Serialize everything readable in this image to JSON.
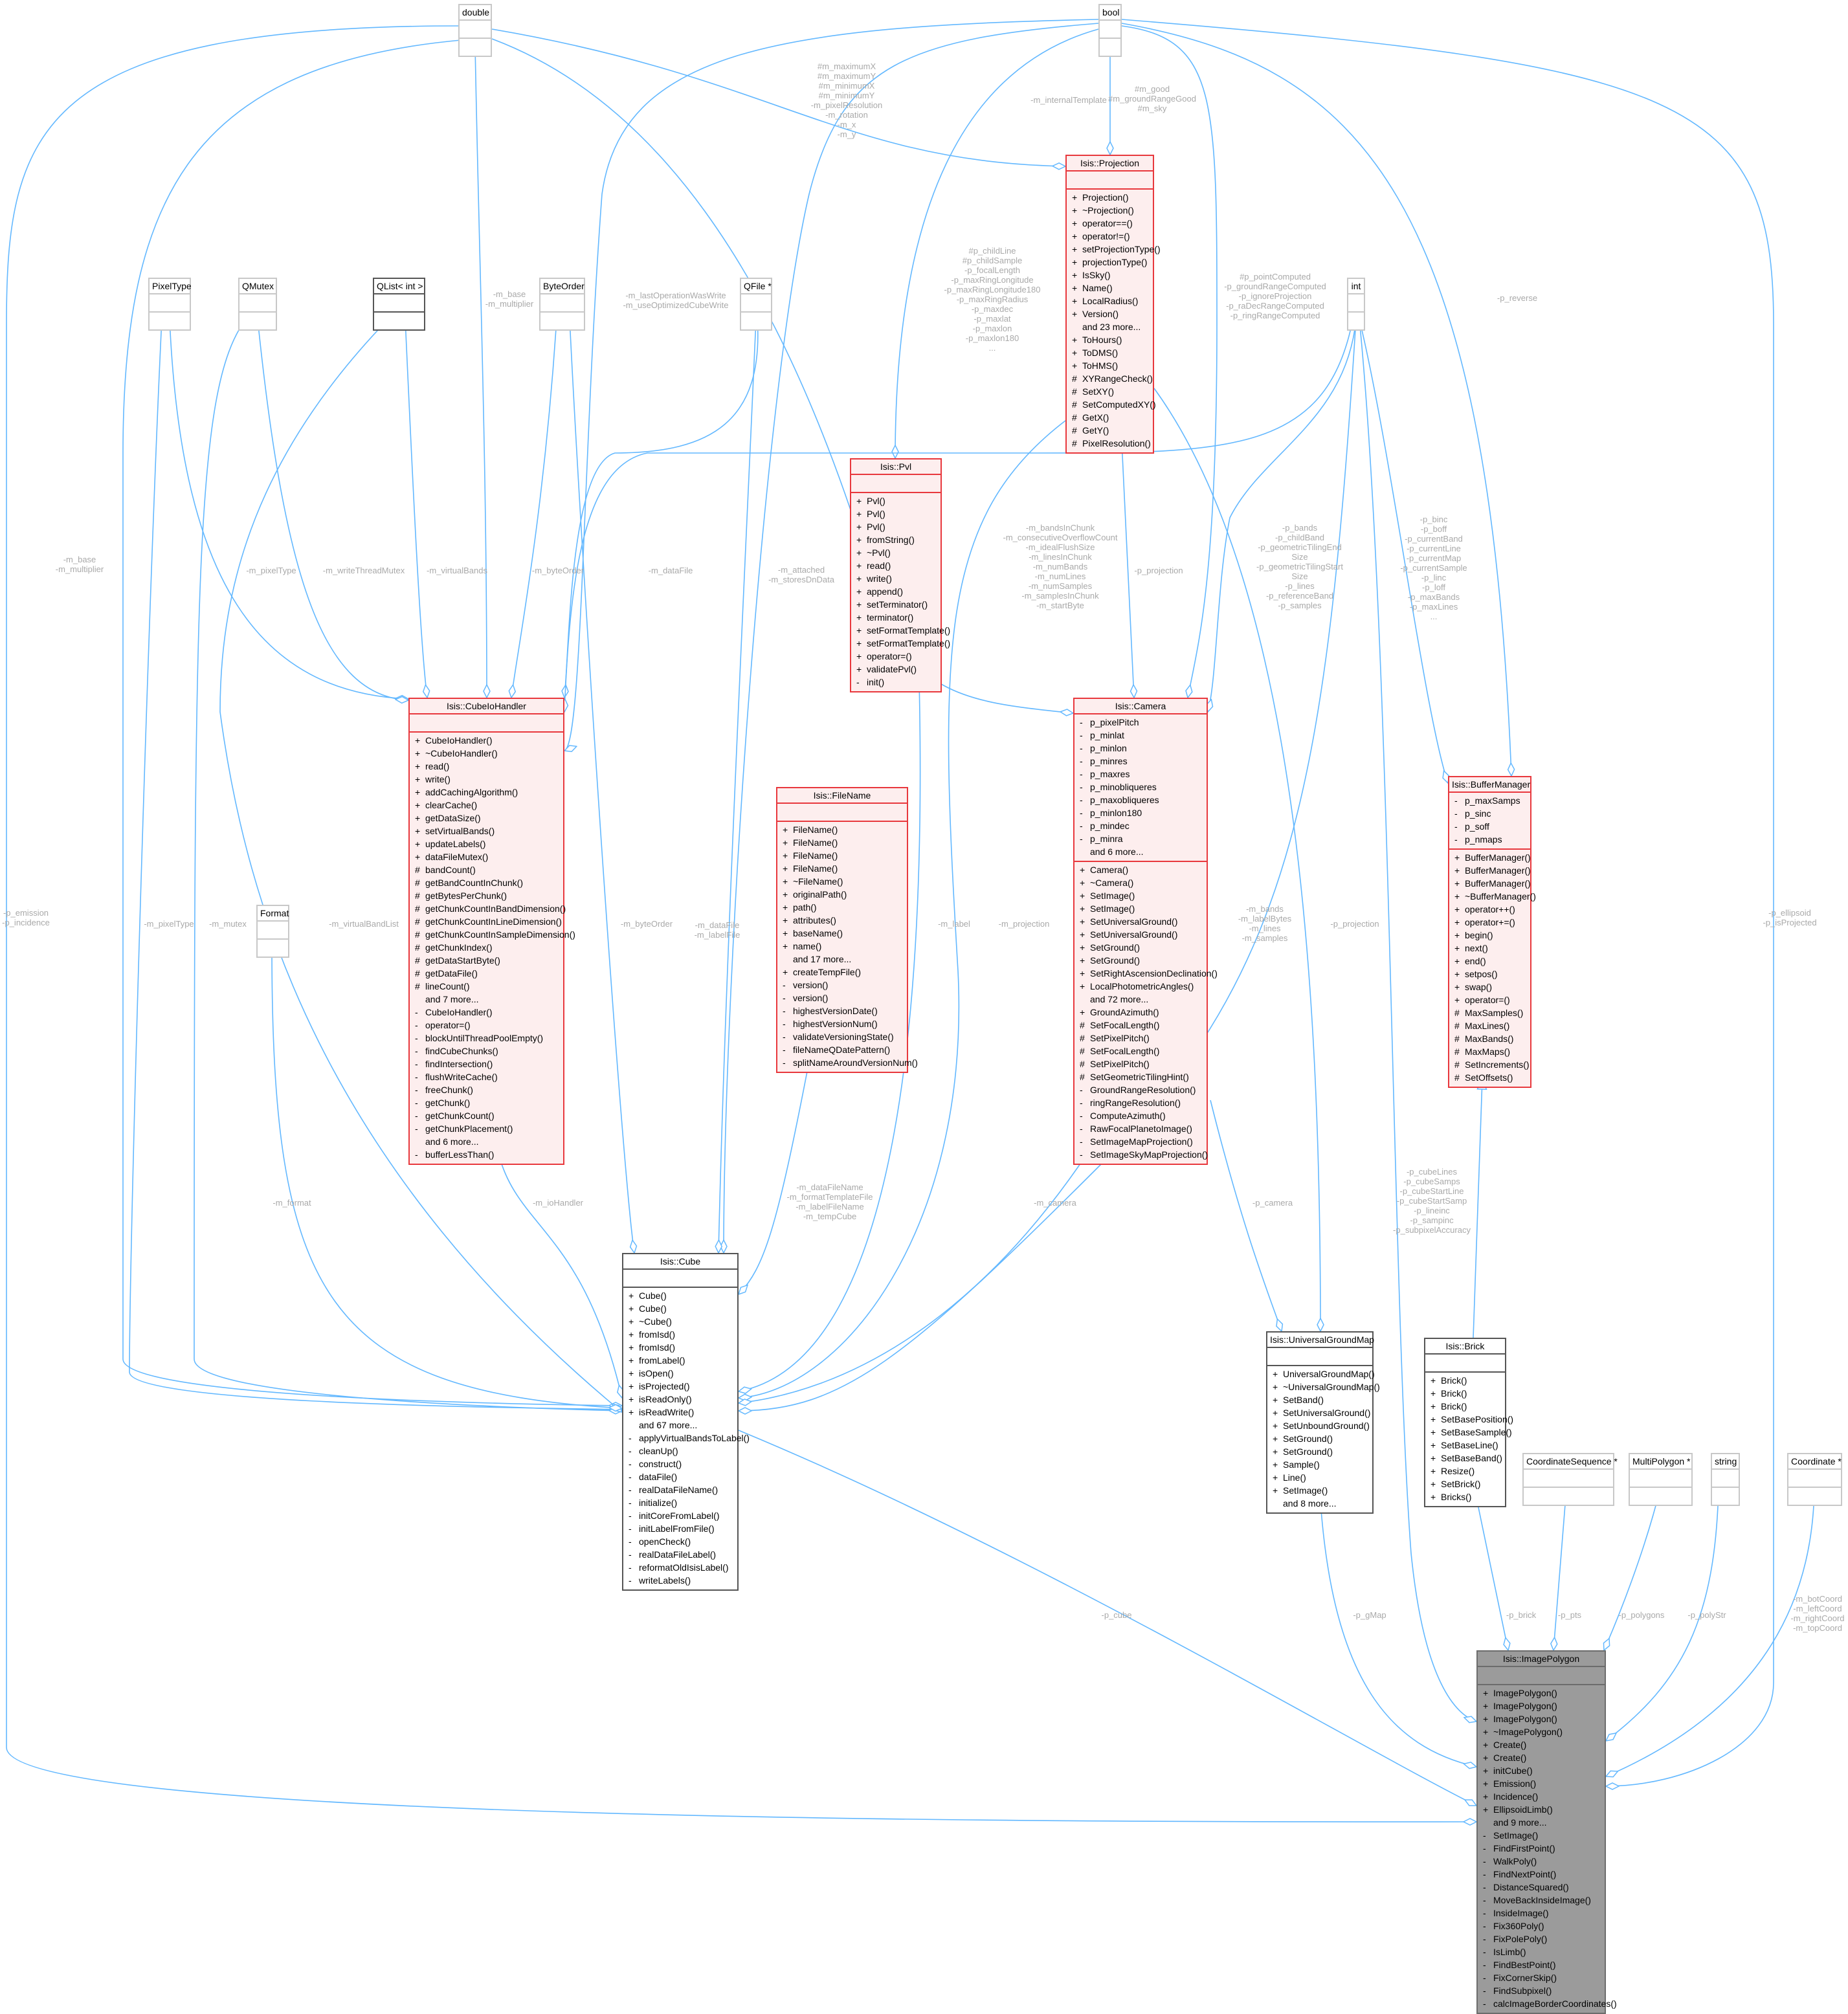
{
  "colors": {
    "edge": "#63b8ff",
    "class_border": "#e8383d",
    "class_fill": "#fdeeee",
    "focus_fill": "#9b9b9b",
    "label": "#a9a9a9"
  },
  "classes": [
    {
      "id": "double",
      "title": "double",
      "style": "plain",
      "attrs": [],
      "methods": []
    },
    {
      "id": "bool",
      "title": "bool",
      "style": "plain",
      "attrs": [],
      "methods": []
    },
    {
      "id": "pixeltype",
      "title": "PixelType",
      "style": "plain",
      "attrs": [],
      "methods": []
    },
    {
      "id": "qmutex",
      "title": "QMutex",
      "style": "plain",
      "attrs": [],
      "methods": []
    },
    {
      "id": "qlist",
      "title": "QList< int >",
      "style": "dark",
      "attrs": [],
      "methods": []
    },
    {
      "id": "byteorder",
      "title": "ByteOrder",
      "style": "plain",
      "attrs": [],
      "methods": []
    },
    {
      "id": "qfile",
      "title": "QFile *",
      "style": "plain",
      "attrs": [],
      "methods": []
    },
    {
      "id": "int",
      "title": "int",
      "style": "plain",
      "attrs": [],
      "methods": []
    },
    {
      "id": "format",
      "title": "Format",
      "style": "plain",
      "attrs": [],
      "methods": []
    },
    {
      "id": "projection",
      "title": "Isis::Projection",
      "style": "red",
      "attrs": [],
      "methods": [
        [
          "+",
          "Projection()"
        ],
        [
          "+",
          "~Projection()"
        ],
        [
          "+",
          "operator==()"
        ],
        [
          "+",
          "operator!=()"
        ],
        [
          "+",
          "setProjectionType()"
        ],
        [
          "+",
          "projectionType()"
        ],
        [
          "+",
          "IsSky()"
        ],
        [
          "+",
          "Name()"
        ],
        [
          "+",
          "LocalRadius()"
        ],
        [
          "+",
          "Version()"
        ],
        [
          "",
          "and 23 more..."
        ],
        [
          "+",
          "ToHours()"
        ],
        [
          "+",
          "ToDMS()"
        ],
        [
          "+",
          "ToHMS()"
        ],
        [
          "#",
          "XYRangeCheck()"
        ],
        [
          "#",
          "SetXY()"
        ],
        [
          "#",
          "SetComputedXY()"
        ],
        [
          "#",
          "GetX()"
        ],
        [
          "#",
          "GetY()"
        ],
        [
          "#",
          "PixelResolution()"
        ]
      ]
    },
    {
      "id": "pvl",
      "title": "Isis::Pvl",
      "style": "red",
      "attrs": [],
      "methods": [
        [
          "+",
          "Pvl()"
        ],
        [
          "+",
          "Pvl()"
        ],
        [
          "+",
          "Pvl()"
        ],
        [
          "+",
          "fromString()"
        ],
        [
          "+",
          "~Pvl()"
        ],
        [
          "+",
          "read()"
        ],
        [
          "+",
          "write()"
        ],
        [
          "+",
          "append()"
        ],
        [
          "+",
          "setTerminator()"
        ],
        [
          "+",
          "terminator()"
        ],
        [
          "+",
          "setFormatTemplate()"
        ],
        [
          "+",
          "setFormatTemplate()"
        ],
        [
          "+",
          "operator=()"
        ],
        [
          "+",
          "validatePvl()"
        ],
        [
          "-",
          "init()"
        ]
      ]
    },
    {
      "id": "cubeiohandler",
      "title": "Isis::CubeIoHandler",
      "style": "red",
      "attrs": [],
      "methods": [
        [
          "+",
          "CubeIoHandler()"
        ],
        [
          "+",
          "~CubeIoHandler()"
        ],
        [
          "+",
          "read()"
        ],
        [
          "+",
          "write()"
        ],
        [
          "+",
          "addCachingAlgorithm()"
        ],
        [
          "+",
          "clearCache()"
        ],
        [
          "+",
          "getDataSize()"
        ],
        [
          "+",
          "setVirtualBands()"
        ],
        [
          "+",
          "updateLabels()"
        ],
        [
          "+",
          "dataFileMutex()"
        ],
        [
          "#",
          "bandCount()"
        ],
        [
          "#",
          "getBandCountInChunk()"
        ],
        [
          "#",
          "getBytesPerChunk()"
        ],
        [
          "#",
          "getChunkCountInBandDimension()"
        ],
        [
          "#",
          "getChunkCountInLineDimension()"
        ],
        [
          "#",
          "getChunkCountInSampleDimension()"
        ],
        [
          "#",
          "getChunkIndex()"
        ],
        [
          "#",
          "getDataStartByte()"
        ],
        [
          "#",
          "getDataFile()"
        ],
        [
          "#",
          "lineCount()"
        ],
        [
          "",
          "and 7 more..."
        ],
        [
          "-",
          "CubeIoHandler()"
        ],
        [
          "-",
          "operator=()"
        ],
        [
          "-",
          "blockUntilThreadPoolEmpty()"
        ],
        [
          "-",
          "findCubeChunks()"
        ],
        [
          "-",
          "findIntersection()"
        ],
        [
          "-",
          "flushWriteCache()"
        ],
        [
          "-",
          "freeChunk()"
        ],
        [
          "-",
          "getChunk()"
        ],
        [
          "-",
          "getChunkCount()"
        ],
        [
          "-",
          "getChunkPlacement()"
        ],
        [
          "",
          "and 6 more..."
        ],
        [
          "-",
          "bufferLessThan()"
        ]
      ]
    },
    {
      "id": "filename",
      "title": "Isis::FileName",
      "style": "red",
      "attrs": [],
      "methods": [
        [
          "+",
          "FileName()"
        ],
        [
          "+",
          "FileName()"
        ],
        [
          "+",
          "FileName()"
        ],
        [
          "+",
          "FileName()"
        ],
        [
          "+",
          "~FileName()"
        ],
        [
          "+",
          "originalPath()"
        ],
        [
          "+",
          "path()"
        ],
        [
          "+",
          "attributes()"
        ],
        [
          "+",
          "baseName()"
        ],
        [
          "+",
          "name()"
        ],
        [
          "",
          "and 17 more..."
        ],
        [
          "+",
          "createTempFile()"
        ],
        [
          "-",
          "version()"
        ],
        [
          "-",
          "version()"
        ],
        [
          "-",
          "highestVersionDate()"
        ],
        [
          "-",
          "highestVersionNum()"
        ],
        [
          "-",
          "validateVersioningState()"
        ],
        [
          "-",
          "fileNameQDatePattern()"
        ],
        [
          "-",
          "splitNameAroundVersionNum()"
        ]
      ]
    },
    {
      "id": "camera",
      "title": "Isis::Camera",
      "style": "red",
      "attrs": [
        [
          "-",
          "p_pixelPitch"
        ],
        [
          "-",
          "p_minlat"
        ],
        [
          "-",
          "p_minlon"
        ],
        [
          "-",
          "p_minres"
        ],
        [
          "-",
          "p_maxres"
        ],
        [
          "-",
          "p_minobliqueres"
        ],
        [
          "-",
          "p_maxobliqueres"
        ],
        [
          "-",
          "p_minlon180"
        ],
        [
          "-",
          "p_mindec"
        ],
        [
          "-",
          "p_minra"
        ],
        [
          "",
          "and 6 more..."
        ]
      ],
      "methods": [
        [
          "+",
          "Camera()"
        ],
        [
          "+",
          "~Camera()"
        ],
        [
          "+",
          "SetImage()"
        ],
        [
          "+",
          "SetImage()"
        ],
        [
          "+",
          "SetUniversalGround()"
        ],
        [
          "+",
          "SetUniversalGround()"
        ],
        [
          "+",
          "SetGround()"
        ],
        [
          "+",
          "SetGround()"
        ],
        [
          "+",
          "SetRightAscensionDeclination()"
        ],
        [
          "+",
          "LocalPhotometricAngles()"
        ],
        [
          "",
          "and 72 more..."
        ],
        [
          "+",
          "GroundAzimuth()"
        ],
        [
          "#",
          "SetFocalLength()"
        ],
        [
          "#",
          "SetPixelPitch()"
        ],
        [
          "#",
          "SetFocalLength()"
        ],
        [
          "#",
          "SetPixelPitch()"
        ],
        [
          "#",
          "SetGeometricTilingHint()"
        ],
        [
          "-",
          "GroundRangeResolution()"
        ],
        [
          "-",
          "ringRangeResolution()"
        ],
        [
          "-",
          "ComputeAzimuth()"
        ],
        [
          "-",
          "RawFocalPlanetoImage()"
        ],
        [
          "-",
          "SetImageMapProjection()"
        ],
        [
          "-",
          "SetImageSkyMapProjection()"
        ]
      ]
    },
    {
      "id": "buffermanager",
      "title": "Isis::BufferManager",
      "style": "red",
      "attrs": [
        [
          "-",
          "p_maxSamps"
        ],
        [
          "-",
          "p_sinc"
        ],
        [
          "-",
          "p_soff"
        ],
        [
          "-",
          "p_nmaps"
        ]
      ],
      "methods": [
        [
          "+",
          "BufferManager()"
        ],
        [
          "+",
          "BufferManager()"
        ],
        [
          "+",
          "BufferManager()"
        ],
        [
          "+",
          "~BufferManager()"
        ],
        [
          "+",
          "operator++()"
        ],
        [
          "+",
          "operator+=()"
        ],
        [
          "+",
          "begin()"
        ],
        [
          "+",
          "next()"
        ],
        [
          "+",
          "end()"
        ],
        [
          "+",
          "setpos()"
        ],
        [
          "+",
          "swap()"
        ],
        [
          "+",
          "operator=()"
        ],
        [
          "#",
          "MaxSamples()"
        ],
        [
          "#",
          "MaxLines()"
        ],
        [
          "#",
          "MaxBands()"
        ],
        [
          "#",
          "MaxMaps()"
        ],
        [
          "#",
          "SetIncrements()"
        ],
        [
          "#",
          "SetOffsets()"
        ]
      ]
    },
    {
      "id": "cube",
      "title": "Isis::Cube",
      "style": "dark",
      "attrs": [],
      "methods": [
        [
          "+",
          "Cube()"
        ],
        [
          "+",
          "Cube()"
        ],
        [
          "+",
          "~Cube()"
        ],
        [
          "+",
          "fromIsd()"
        ],
        [
          "+",
          "fromIsd()"
        ],
        [
          "+",
          "fromLabel()"
        ],
        [
          "+",
          "isOpen()"
        ],
        [
          "+",
          "isProjected()"
        ],
        [
          "+",
          "isReadOnly()"
        ],
        [
          "+",
          "isReadWrite()"
        ],
        [
          "",
          "and 67 more..."
        ],
        [
          "-",
          "applyVirtualBandsToLabel()"
        ],
        [
          "-",
          "cleanUp()"
        ],
        [
          "-",
          "construct()"
        ],
        [
          "-",
          "dataFile()"
        ],
        [
          "-",
          "realDataFileName()"
        ],
        [
          "-",
          "initialize()"
        ],
        [
          "-",
          "initCoreFromLabel()"
        ],
        [
          "-",
          "initLabelFromFile()"
        ],
        [
          "-",
          "openCheck()"
        ],
        [
          "-",
          "realDataFileLabel()"
        ],
        [
          "-",
          "reformatOldIsisLabel()"
        ],
        [
          "-",
          "writeLabels()"
        ]
      ]
    },
    {
      "id": "ugm",
      "title": "Isis::UniversalGroundMap",
      "style": "dark",
      "attrs": [],
      "methods": [
        [
          "+",
          "UniversalGroundMap()"
        ],
        [
          "+",
          "~UniversalGroundMap()"
        ],
        [
          "+",
          "SetBand()"
        ],
        [
          "+",
          "SetUniversalGround()"
        ],
        [
          "+",
          "SetUnboundGround()"
        ],
        [
          "+",
          "SetGround()"
        ],
        [
          "+",
          "SetGround()"
        ],
        [
          "+",
          "Sample()"
        ],
        [
          "+",
          "Line()"
        ],
        [
          "+",
          "SetImage()"
        ],
        [
          "",
          "and 8 more..."
        ]
      ]
    },
    {
      "id": "brick",
      "title": "Isis::Brick",
      "style": "dark",
      "attrs": [],
      "methods": [
        [
          "+",
          "Brick()"
        ],
        [
          "+",
          "Brick()"
        ],
        [
          "+",
          "Brick()"
        ],
        [
          "+",
          "SetBasePosition()"
        ],
        [
          "+",
          "SetBaseSample()"
        ],
        [
          "+",
          "SetBaseLine()"
        ],
        [
          "+",
          "SetBaseBand()"
        ],
        [
          "+",
          "Resize()"
        ],
        [
          "+",
          "SetBrick()"
        ],
        [
          "+",
          "Bricks()"
        ]
      ]
    },
    {
      "id": "coordseq",
      "title": "CoordinateSequence *",
      "style": "plain",
      "attrs": [],
      "methods": []
    },
    {
      "id": "multipolygon",
      "title": "MultiPolygon *",
      "style": "plain",
      "attrs": [],
      "methods": []
    },
    {
      "id": "string",
      "title": "string",
      "style": "plain",
      "attrs": [],
      "methods": []
    },
    {
      "id": "coordinate",
      "title": "Coordinate *",
      "style": "plain",
      "attrs": [],
      "methods": []
    },
    {
      "id": "imagepolygon",
      "title": "Isis::ImagePolygon",
      "style": "gray",
      "attrs": [],
      "methods": [
        [
          "+",
          "ImagePolygon()"
        ],
        [
          "+",
          "ImagePolygon()"
        ],
        [
          "+",
          "ImagePolygon()"
        ],
        [
          "+",
          "~ImagePolygon()"
        ],
        [
          "+",
          "Create()"
        ],
        [
          "+",
          "Create()"
        ],
        [
          "+",
          "initCube()"
        ],
        [
          "+",
          "Emission()"
        ],
        [
          "+",
          "Incidence()"
        ],
        [
          "+",
          "EllipsoidLimb()"
        ],
        [
          "",
          "and 9 more..."
        ],
        [
          "-",
          "SetImage()"
        ],
        [
          "-",
          "FindFirstPoint()"
        ],
        [
          "-",
          "WalkPoly()"
        ],
        [
          "-",
          "FindNextPoint()"
        ],
        [
          "-",
          "DistanceSquared()"
        ],
        [
          "-",
          "MoveBackInsideImage()"
        ],
        [
          "-",
          "InsideImage()"
        ],
        [
          "-",
          "Fix360Poly()"
        ],
        [
          "-",
          "FixPolePoly()"
        ],
        [
          "-",
          "IsLimb()"
        ],
        [
          "-",
          "FindBestPoint()"
        ],
        [
          "-",
          "FixCornerSkip()"
        ],
        [
          "-",
          "FindSubpixel()"
        ],
        [
          "-",
          "calcImageBorderCoordinates()"
        ]
      ]
    }
  ],
  "edge_labels": [
    "-p_emission\n-p_incidence",
    "-m_base\n-m_multiplier",
    "-m_pixelType",
    "-m_mutex",
    "-m_pixelType",
    "-m_writeThreadMutex",
    "-m_virtualBandList",
    "-m_virtualBands",
    "-m_base\n-m_multiplier",
    "-m_byteOrder",
    "-m_format",
    "-m_byteOrder",
    "-m_lastOperationWasWrite\n-m_useOptimizedCubeWrite",
    "-m_dataFile",
    "-m_dataFile\n-m_labelFile",
    "-m_attached\n-m_storesDnData",
    "#m_maximumX\n#m_maximumY\n#m_minimumX\n#m_minimumY\n-m_pixelResolution\n-m_rotation\n-m_x\n-m_y",
    "#p_childLine\n#p_childSample\n-p_focalLength\n-p_maxRingLongitude\n-p_maxRingLongitude180\n-p_maxRingRadius\n-p_maxdec\n-p_maxlat\n-p_maxlon\n-p_maxlon180\n...",
    "-m_internalTemplate",
    "#m_good\n#m_groundRangeGood\n#m_sky",
    "-m_bandsInChunk\n-m_consecutiveOverflowCount\n-m_idealFlushSize\n-m_linesInChunk\n-m_numBands\n-m_numLines\n-m_numSamples\n-m_samplesInChunk\n-m_startByte",
    "-p_projection",
    "#p_pointComputed\n-p_groundRangeComputed\n-p_ignoreProjection\n-p_raDecRangeComputed\n-p_ringRangeComputed",
    "-p_bands\n-p_childBand\n-p_geometricTilingEnd\nSize\n-p_geometricTilingStart\nSize\n-p_lines\n-p_referenceBand\n-p_samples",
    "-p_reverse",
    "-p_binc\n-p_boff\n-p_currentBand\n-p_currentLine\n-p_currentMap\n-p_currentSample\n-p_linc\n-p_loff\n-p_maxBands\n-p_maxLines\n...",
    "-m_projection",
    "-m_label",
    "-m_bands\n-m_labelBytes\n-m_lines\n-m_samples",
    "-p_projection",
    "-p_ellipsoid\n-p_isProjected",
    "-m_ioHandler",
    "-m_dataFileName\n-m_formatTemplateFile\n-m_labelFileName\n-m_tempCube",
    "-m_camera",
    "-p_camera",
    "-p_cubeLines\n-p_cubeSamps\n-p_cubeStartLine\n-p_cubeStartSamp\n-p_lineinc\n-p_sampinc\n-p_subpixelAccuracy",
    "-p_cube",
    "-p_gMap",
    "-p_brick",
    "-p_pts",
    "-p_polygons",
    "-p_polyStr",
    "-m_botCoord\n-m_leftCoord\n-m_rightCoord\n-m_topCoord"
  ]
}
